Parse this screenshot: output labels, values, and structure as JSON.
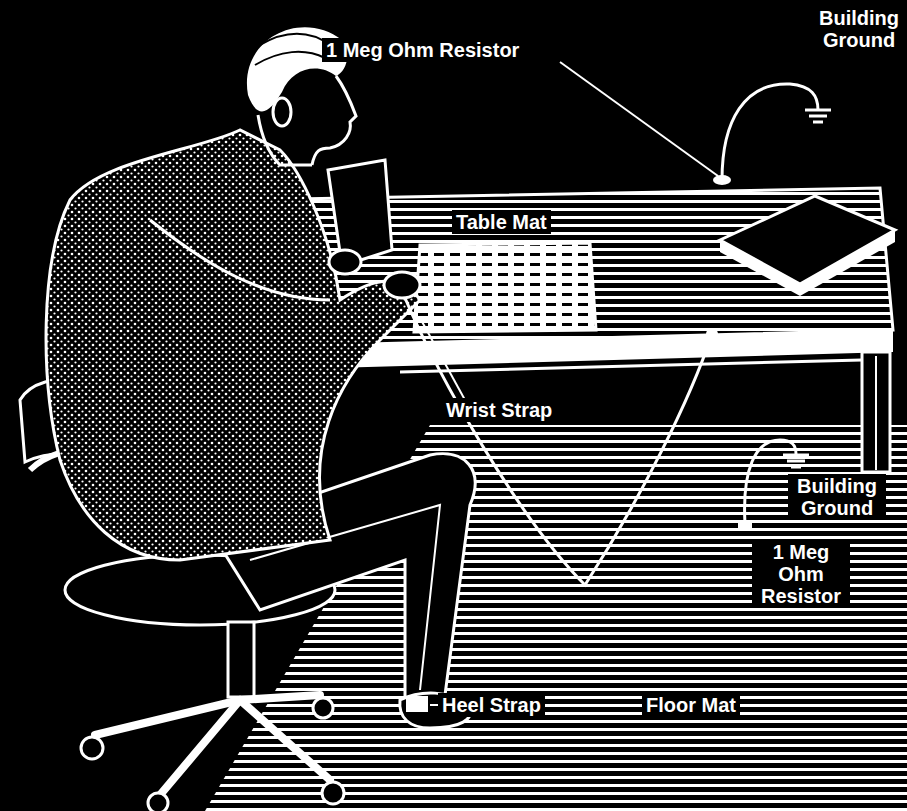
{
  "diagram": {
    "labels": [
      "Building Ground",
      "1 Meg Ohm Resistor",
      "Table Mat",
      "Wrist Strap",
      "Building Ground",
      "1 Meg Ohm Resistor",
      "Heel Strap",
      "Floor Mat"
    ]
  }
}
